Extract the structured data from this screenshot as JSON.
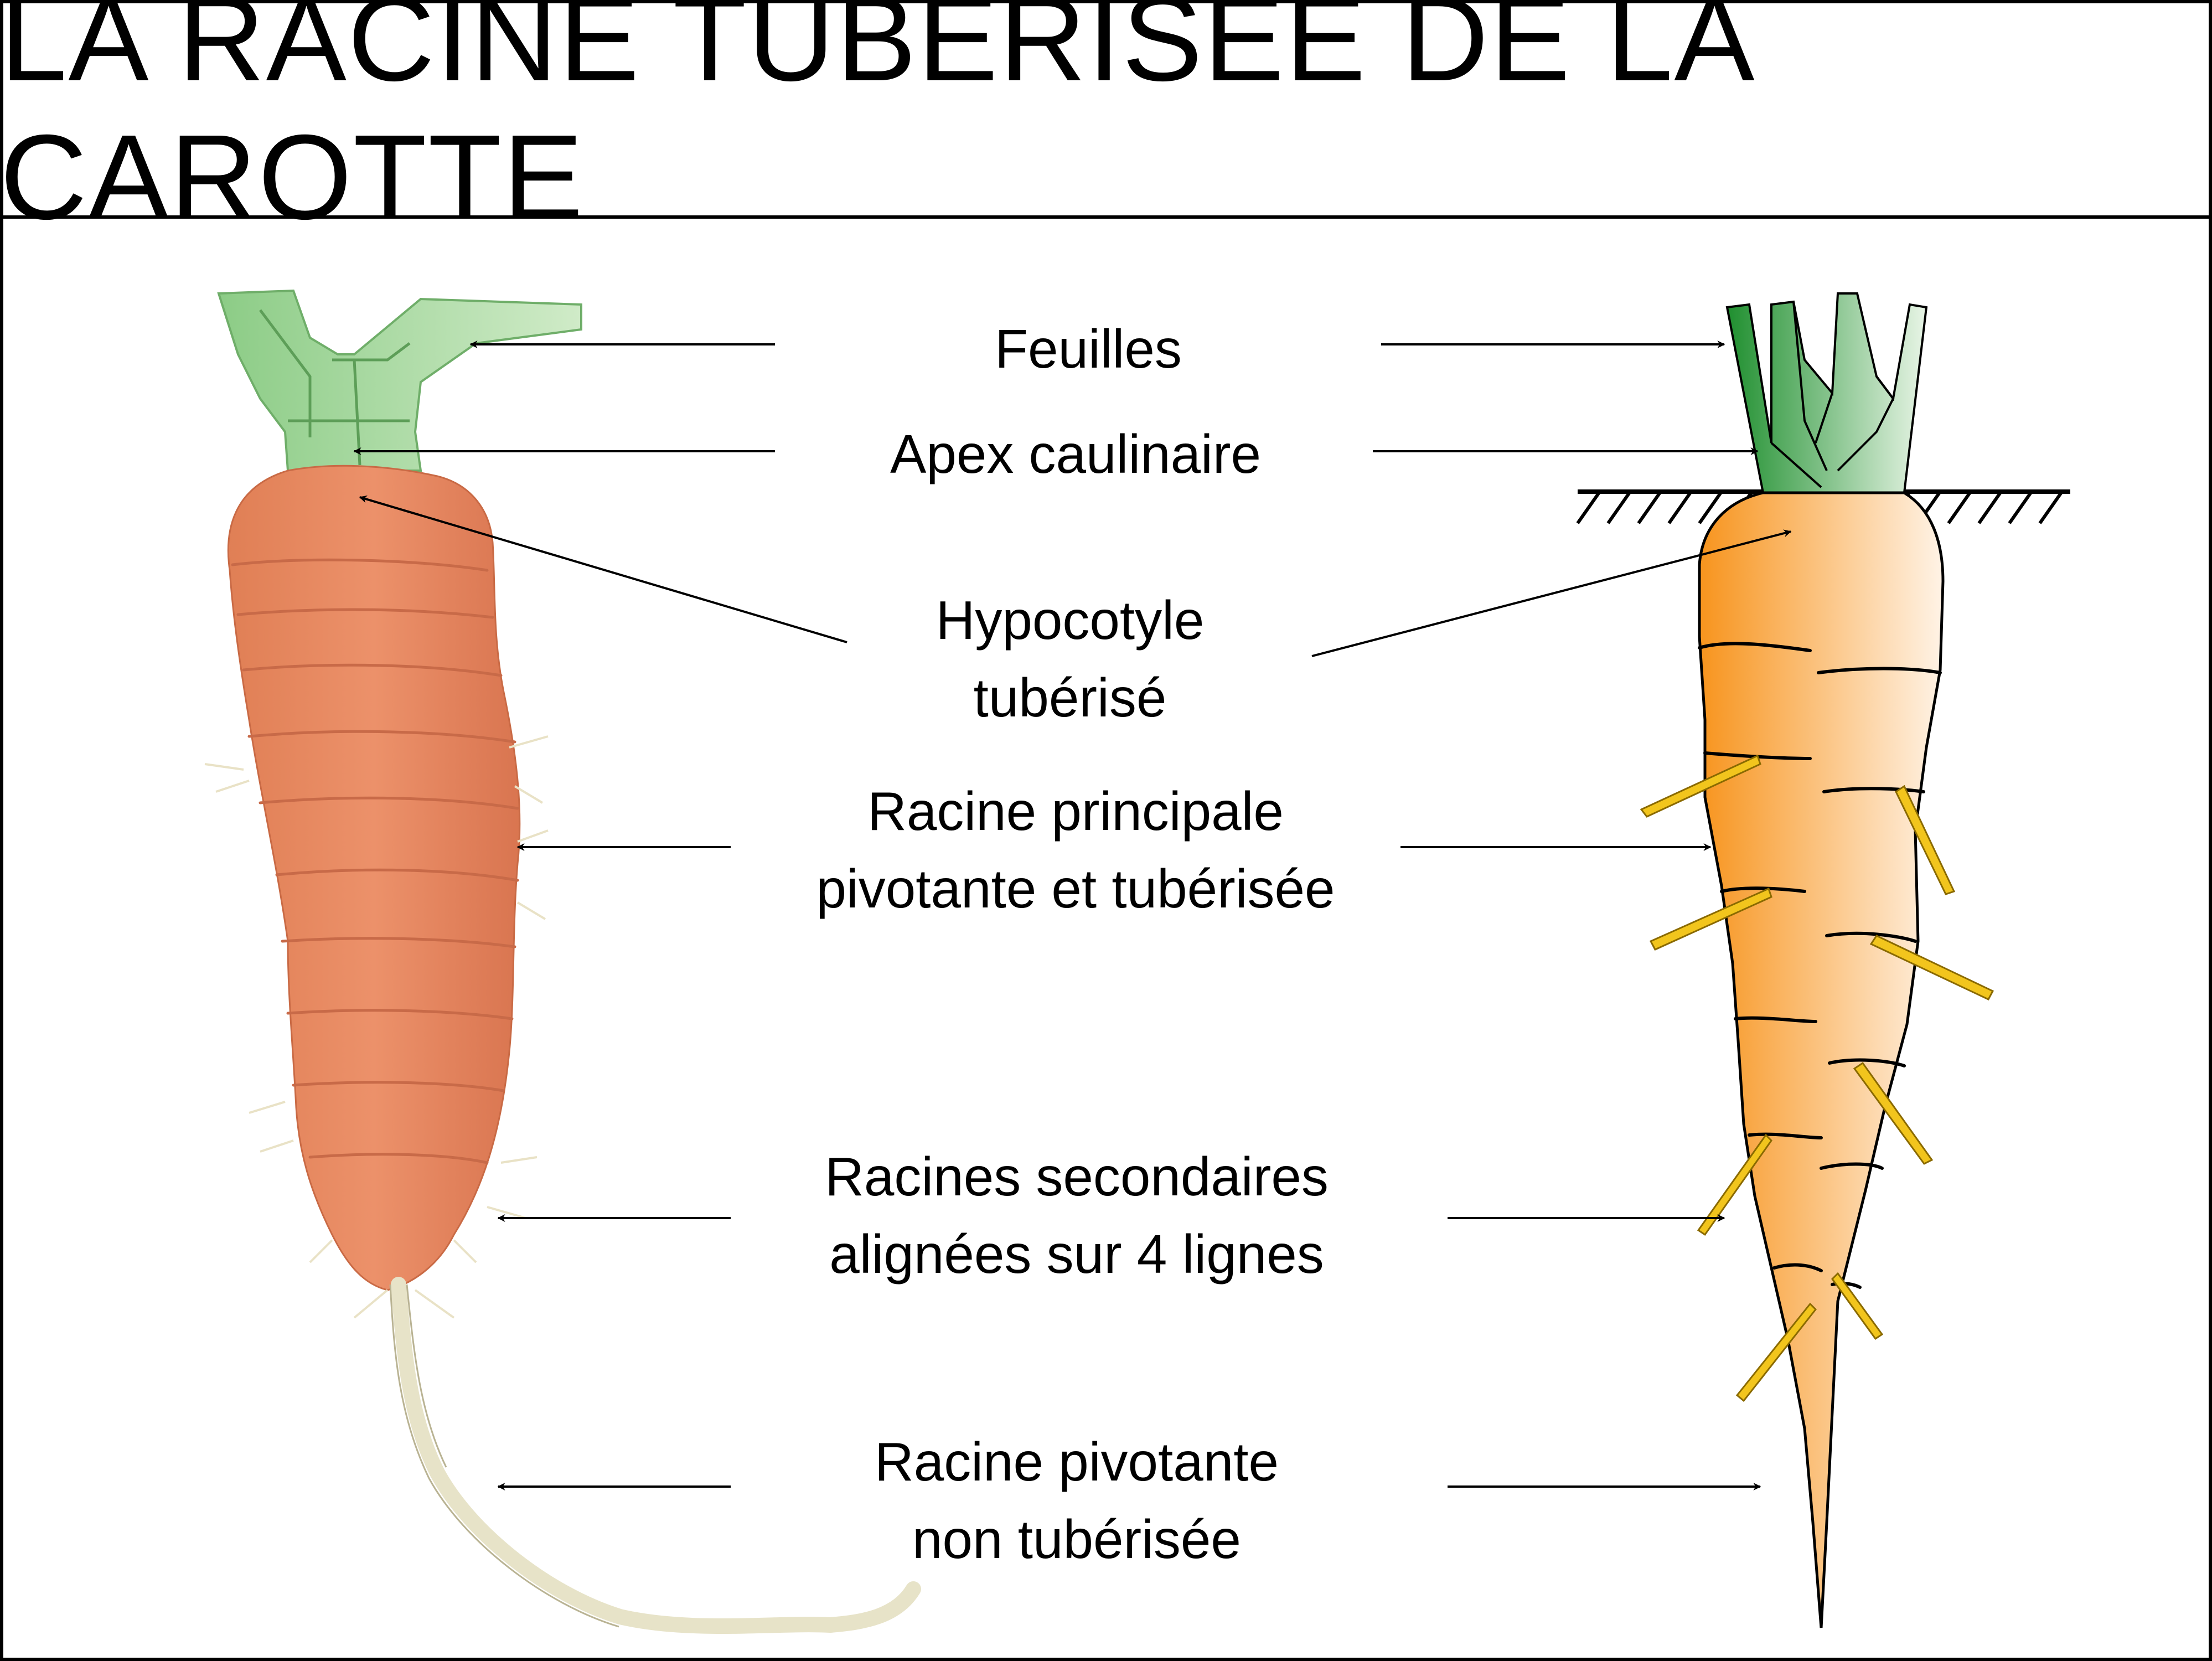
{
  "title": "LA RACINE TUBERISEE DE LA CAROTTE",
  "labels": {
    "feuilles": "Feuilles",
    "apex": "Apex caulinaire",
    "hypocotyle_1": "Hypocotyle",
    "hypocotyle_2": "tubérisé",
    "racine_principale_1": "Racine principale",
    "racine_principale_2": "pivotante et tubérisée",
    "racines_secondaires_1": "Racines secondaires",
    "racines_secondaires_2": "alignées sur 4 lignes",
    "racine_pivotante_1": "Racine pivotante",
    "racine_pivotante_2": "non tubérisée"
  },
  "colors": {
    "photo_carrot": "#e8885f",
    "photo_leaf": "#a9d7a0",
    "drawing_orange": "#f79a2c",
    "drawing_leaf": "#2e9a3d",
    "rootlet": "#f2c51d"
  }
}
